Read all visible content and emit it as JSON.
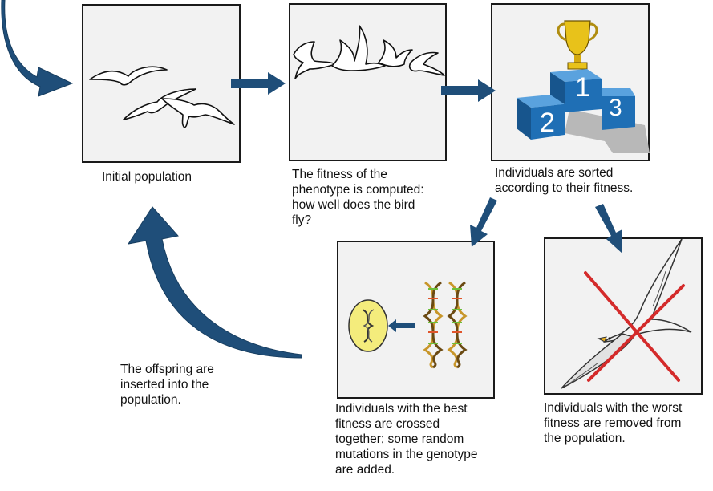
{
  "captions": {
    "initial": "Initial population",
    "fitness": "The fitness of the\nphenotype is computed:\nhow well does the bird\nfly?",
    "sorted": "Individuals are sorted\naccording to their fitness.",
    "crossed": "Individuals with the best\nfitness are crossed\ntogether; some random\nmutations in the genotype\nare added.",
    "removed": "Individuals with the worst\nfitness are removed from\nthe population.",
    "offspring": "The offspring are\ninserted into the\npopulation."
  },
  "podium": {
    "first": "1",
    "second": "2",
    "third": "3"
  },
  "colors": {
    "arrow": "#1f4e79",
    "arrow_light": "#2e6ea6",
    "podium": "#1f6fb5",
    "cross": "#d42b2b",
    "trophy": "#e8c21a"
  },
  "icons": [
    "flying-birds",
    "trophy",
    "podium",
    "dna-helix",
    "egg",
    "seagull",
    "red-cross"
  ]
}
